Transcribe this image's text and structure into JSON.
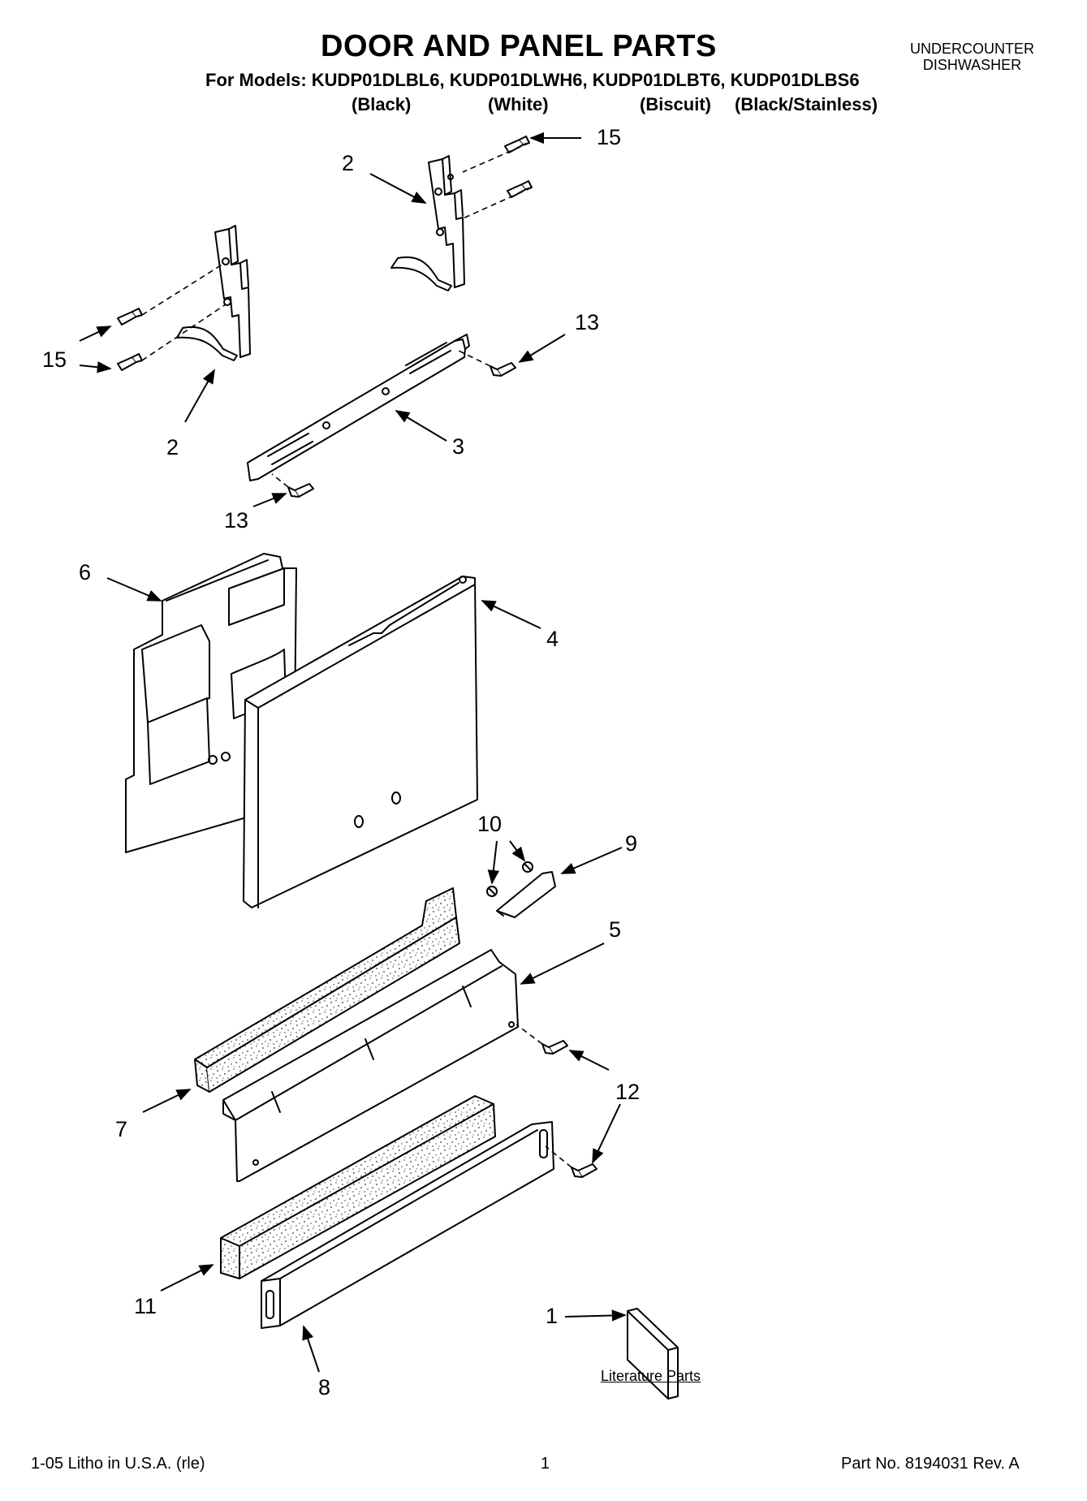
{
  "header": {
    "title": "DOOR AND PANEL PARTS",
    "models_line": "For Models: KUDP01DLBL6, KUDP01DLWH6, KUDP01DLBT6, KUDP01DLBS6",
    "variants": [
      "(Black)",
      "(White)",
      "(Biscuit)",
      "(Black/Stainless)"
    ],
    "product_line1": "UNDERCOUNTER",
    "product_line2": "DISHWASHER"
  },
  "callouts": {
    "c15_top": "15",
    "c2_top": "2",
    "c15_left": "15",
    "c2_left": "2",
    "c13_right": "13",
    "c3": "3",
    "c13_bottom": "13",
    "c6": "6",
    "c4": "4",
    "c10": "10",
    "c9": "9",
    "c5": "5",
    "c12": "12",
    "c7": "7",
    "c11": "11",
    "c1": "1",
    "c8": "8"
  },
  "literature_label": "Literature Parts",
  "footer": {
    "left": "1-05 Litho in U.S.A. (rle)",
    "center": "1",
    "right": "Part No. 8194031 Rev. A"
  }
}
